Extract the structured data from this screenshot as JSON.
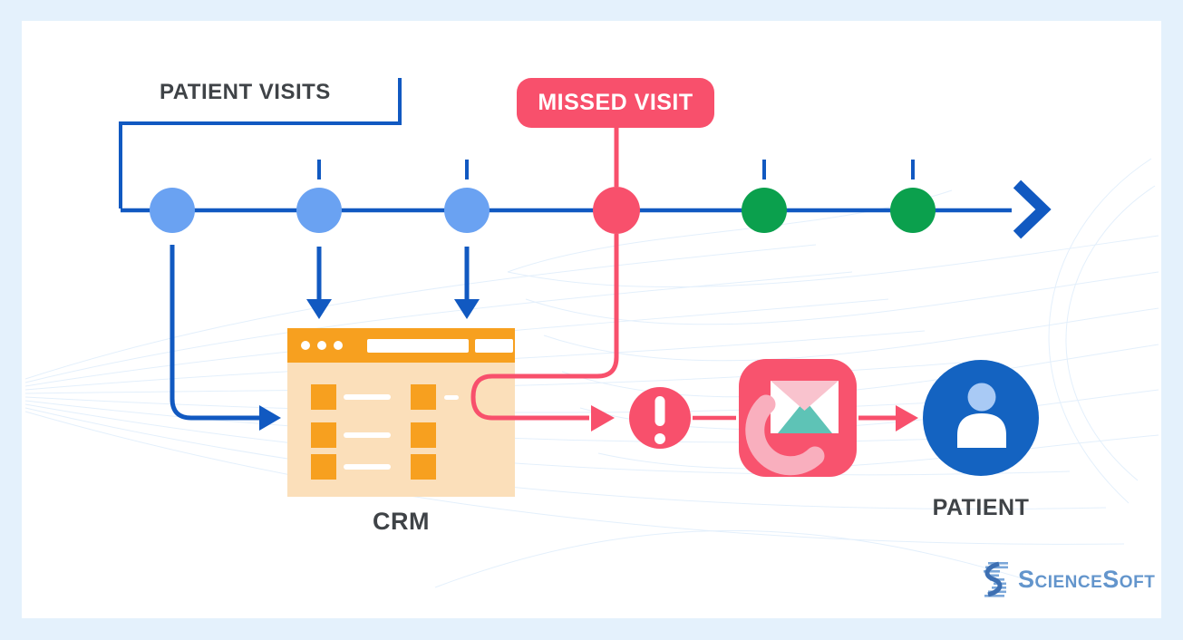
{
  "page": {
    "background": "#E4F1FC",
    "card_background": "#FFFFFF"
  },
  "timeline": {
    "label": "PATIENT VISITS",
    "missed_badge": "MISSED VISIT",
    "line_color": "#1159C1",
    "dots": [
      {
        "name": "visit-1",
        "status": "completed",
        "color": "#6AA2F2"
      },
      {
        "name": "visit-2",
        "status": "completed",
        "color": "#6AA2F2"
      },
      {
        "name": "visit-3",
        "status": "completed",
        "color": "#6AA2F2"
      },
      {
        "name": "visit-4",
        "status": "missed",
        "color": "#F8506C"
      },
      {
        "name": "visit-5",
        "status": "upcoming",
        "color": "#0BA04D"
      },
      {
        "name": "visit-6",
        "status": "upcoming",
        "color": "#0BA04D"
      }
    ]
  },
  "crm": {
    "label": "CRM",
    "header_color": "#F7A01F",
    "body_color": "#FBDFBA"
  },
  "alert": {
    "icon": "exclamation-circle",
    "color": "#F8506C"
  },
  "notification": {
    "icon": "phone-mail",
    "color": "#F8536E",
    "envelope_flap_color": "#F9C3CE",
    "envelope_teal_color": "#5EC3B6",
    "handset_color": "#F9AFBE"
  },
  "patient": {
    "label": "PATIENT",
    "icon": "person-avatar",
    "color": "#1463C1",
    "head_color": "#A9CAF5"
  },
  "flow": {
    "missed_path_color": "#F8506C"
  },
  "brand": {
    "name": "ScienceSoft",
    "color": "#6395CC"
  }
}
